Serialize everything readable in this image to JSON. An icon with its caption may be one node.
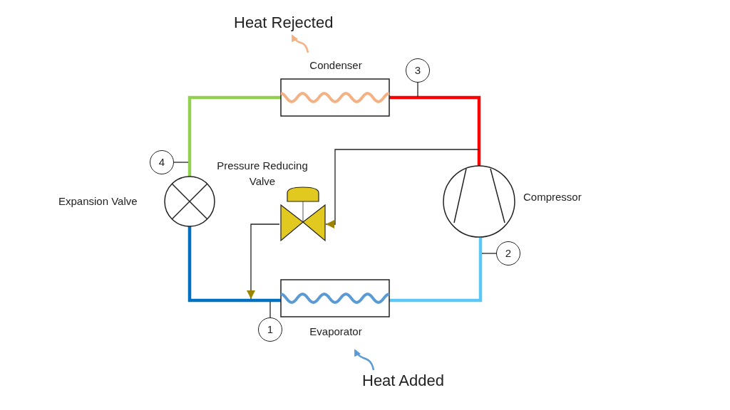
{
  "diagram": {
    "nodes": [
      {
        "text": [
          "Condenser"
        ]
      },
      {
        "text": [
          "3"
        ]
      },
      {
        "text": [
          "4"
        ]
      },
      {
        "text": [
          "Pressure Reducing Valve"
        ]
      },
      {
        "text": [
          "Expansion Valve"
        ]
      },
      {
        "text": [
          "Compressor"
        ]
      },
      {
        "text": [
          "2"
        ]
      },
      {
        "text": [
          "1"
        ]
      },
      {
        "text": [
          "Evaporator"
        ]
      }
    ],
    "edges": [
      {
        "from": 5,
        "to": 0,
        "arrow": "none",
        "style": "thick",
        "color": "#ff0000"
      },
      {
        "from": 0,
        "to": 4,
        "arrow": "none",
        "style": "thick",
        "color": "#92d050"
      },
      {
        "from": 4,
        "to": 8,
        "arrow": "none",
        "style": "thick",
        "color": "#0070c0"
      },
      {
        "from": 8,
        "to": 5,
        "arrow": "none",
        "style": "thick",
        "color": "#5bc8f5"
      },
      {
        "from": null,
        "to": 3,
        "arrow": "to"
      },
      {
        "from": 3,
        "to": null,
        "arrow": "to"
      },
      {
        "from": 1,
        "to": null,
        "arrow": "none"
      },
      {
        "from": 2,
        "to": null,
        "arrow": "none"
      },
      {
        "from": 7,
        "to": null,
        "arrow": "none"
      },
      {
        "from": 6,
        "to": null,
        "arrow": "none"
      }
    ],
    "labels": [
      "Heat Rejected",
      "Heat Added"
    ]
  }
}
